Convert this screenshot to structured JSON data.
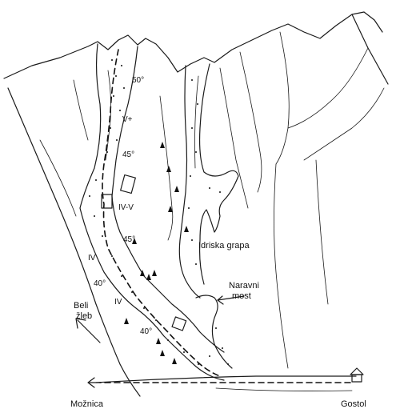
{
  "labels": {
    "grade_50": "50°",
    "grade_v_plus": "V+",
    "grade_45_upper": "45°",
    "grade_iv_v": "IV-V",
    "grade_45_mid": "45°",
    "grade_iv_left": "IV",
    "grade_40_left": "40°",
    "grade_iv_lower": "IV",
    "grade_40_lower": "40°",
    "idriska_grapa": "Idriska grapa",
    "naravni": "Naravni",
    "most": "most",
    "beli": "Beli",
    "zleb": "žleb",
    "moznica": "Možnica",
    "gostol": "Gostol"
  },
  "icons": [
    "house-icon",
    "arrow-left-icon",
    "arrow-direction-icon",
    "tree-icon"
  ]
}
